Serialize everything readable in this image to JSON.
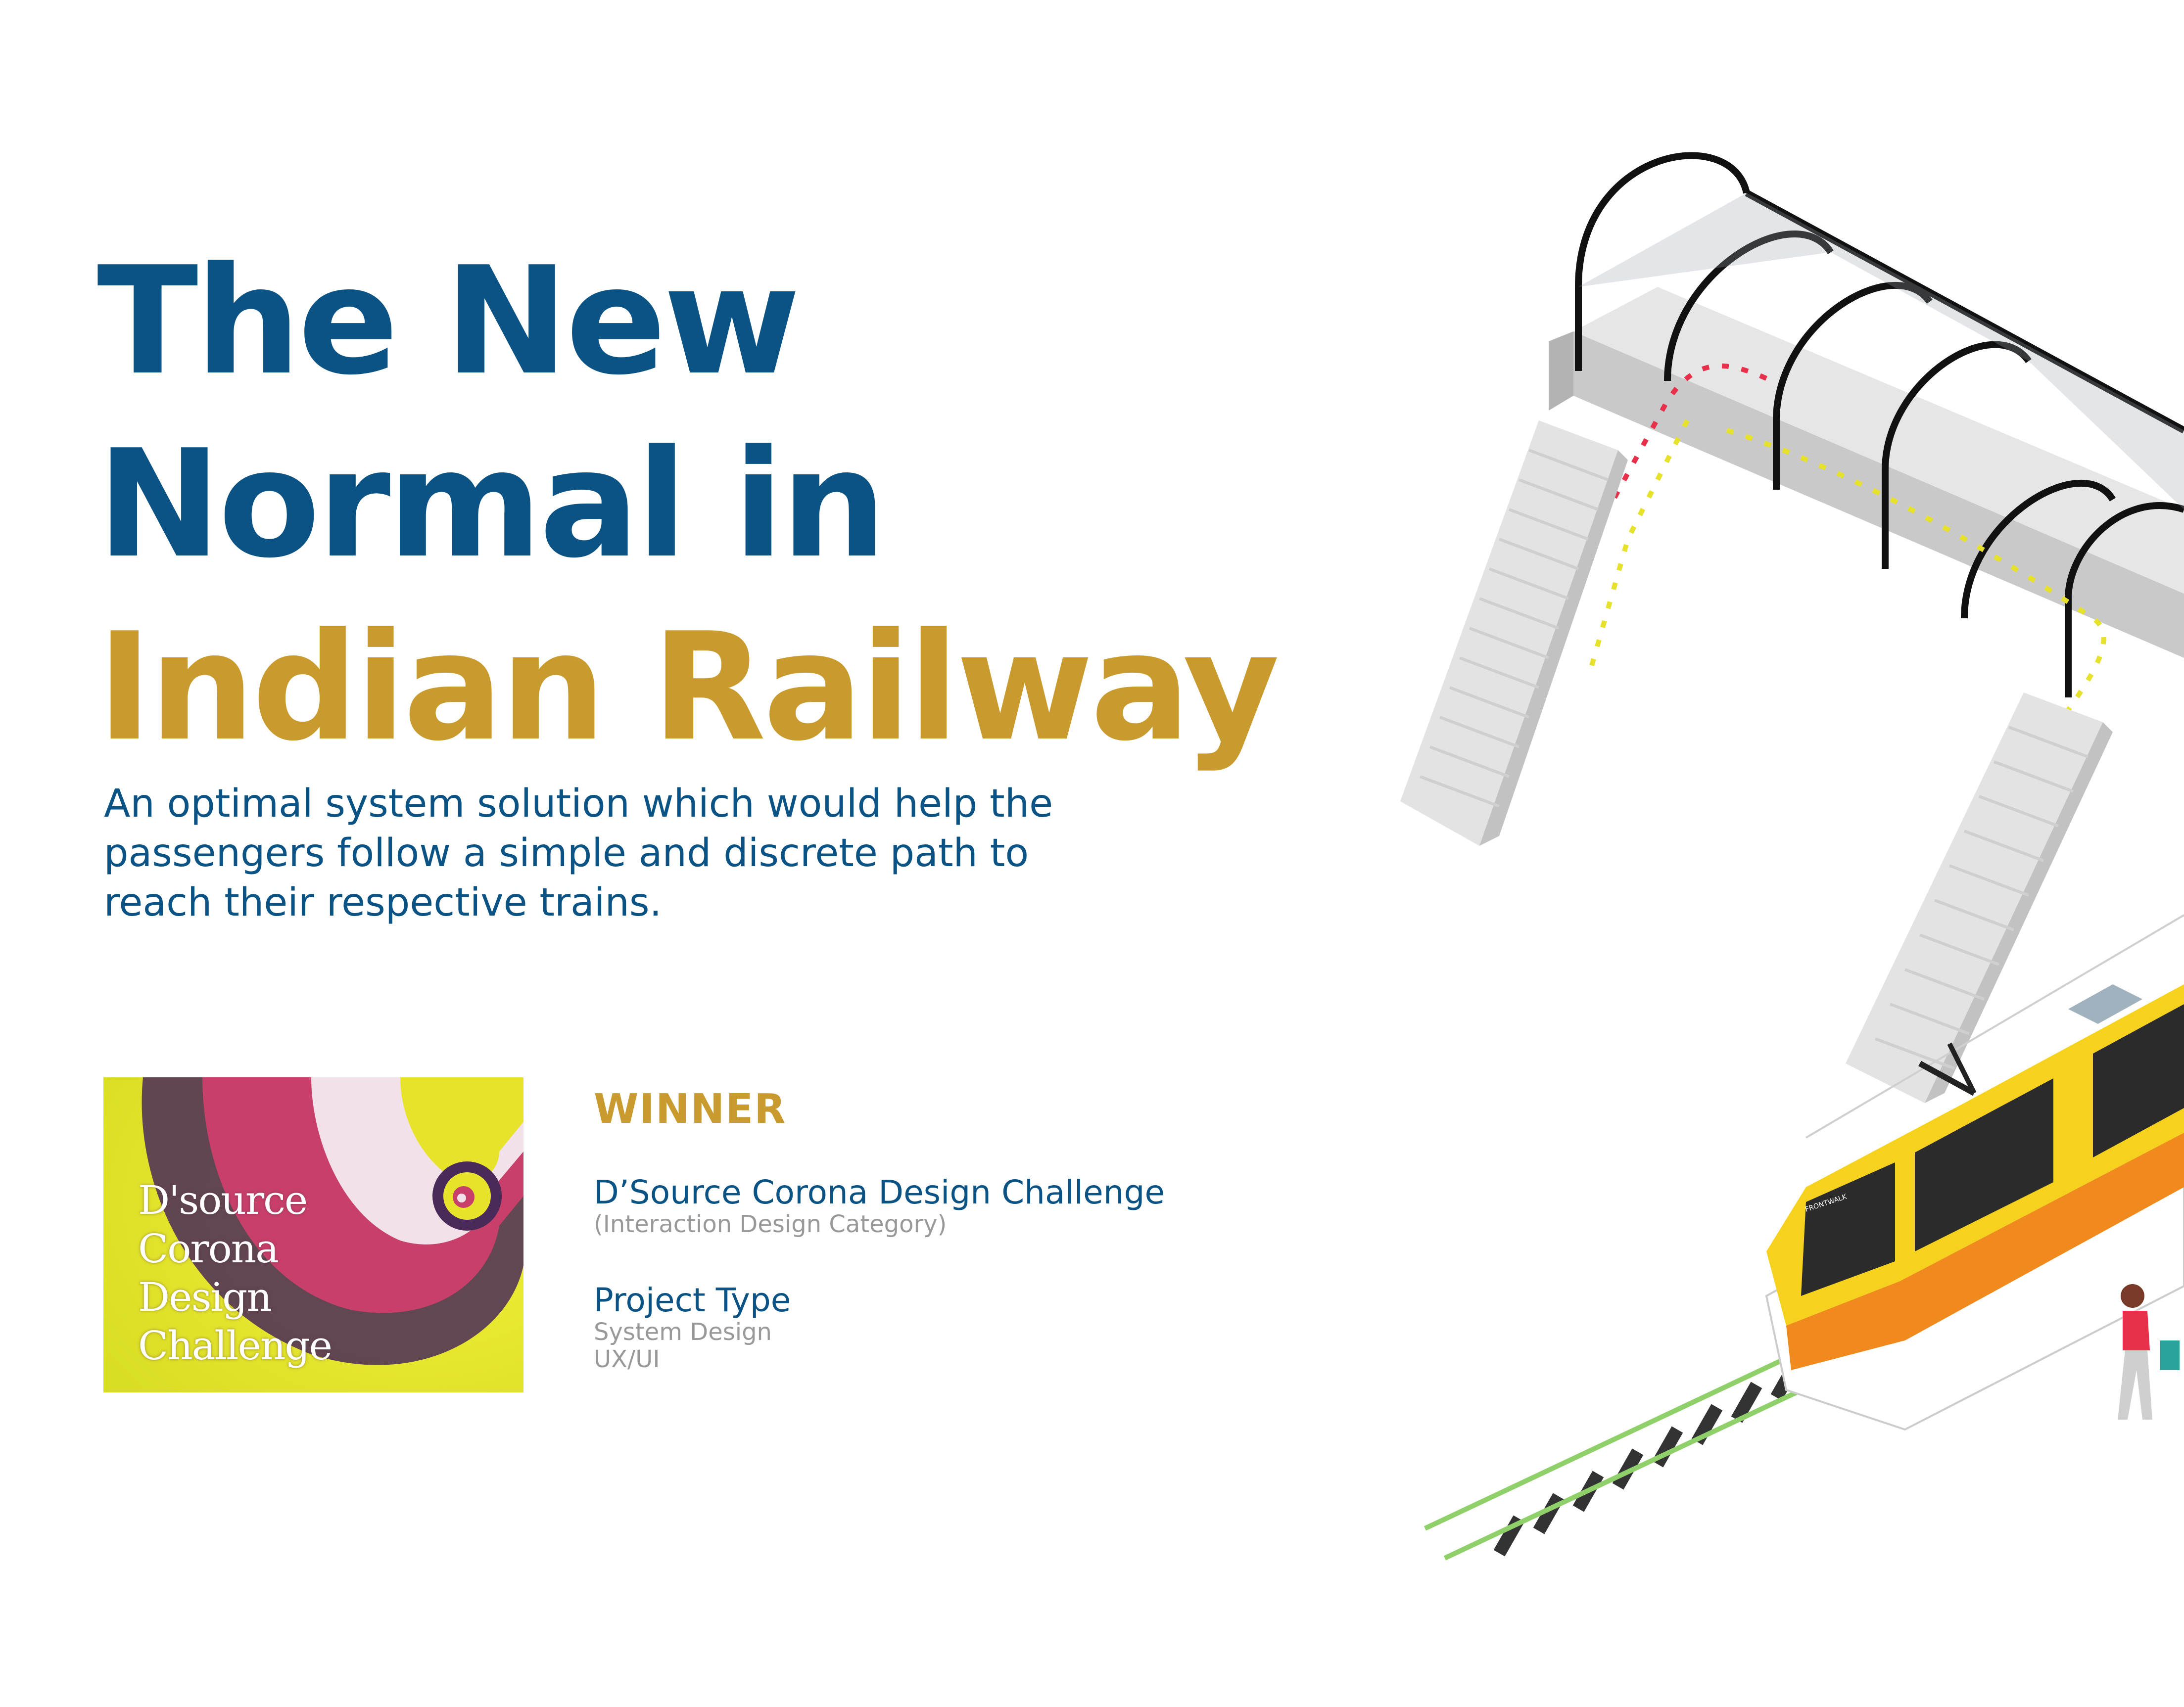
{
  "colors": {
    "brand_blue": "#0a5384",
    "brand_gold": "#c99a2e",
    "route_red": "#e8304a",
    "route_yellow": "#e6e22c",
    "train_yellow": "#f6d21e",
    "train_orange": "#f08a1c"
  },
  "hero": {
    "title_line1": "The New",
    "title_line2": "Normal in",
    "title_line3": "Indian Railway",
    "subtitle_line1": "An optimal system solution which would help the",
    "subtitle_line2": "passengers follow a simple and discrete path to",
    "subtitle_line3": "reach their respective trains."
  },
  "badge": {
    "line1": "D'source",
    "line2": "Corona",
    "line3": "Design",
    "line4": "Challenge"
  },
  "award": {
    "winner_label": "WINNER",
    "challenge_name": "D’Source Corona Design Challenge",
    "category": "(Interaction Design Category)",
    "project_type_label": "Project Type",
    "project_type_1": "System Design",
    "project_type_2": "UX/UI"
  },
  "illustration": {
    "train_destination": "FRONTWALK"
  }
}
